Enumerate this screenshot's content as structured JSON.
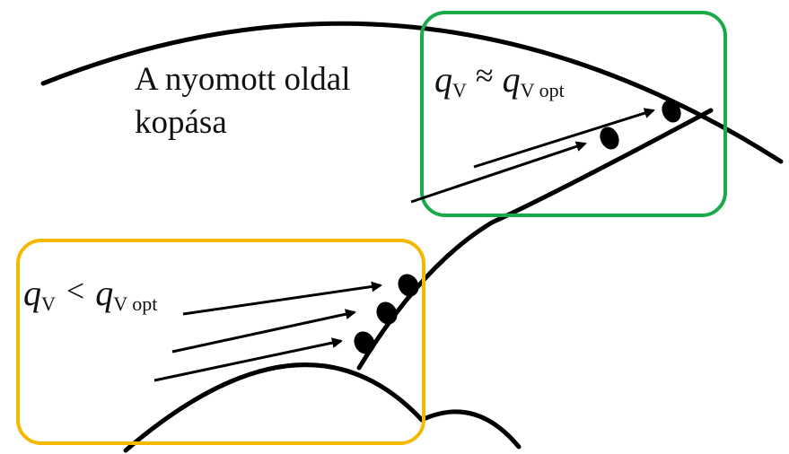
{
  "caption": {
    "line1": "A nyomott oldal",
    "line2": "kopása"
  },
  "optimal_flow": {
    "q": "q",
    "q_sub": "V",
    "operator": "≈",
    "q_opt": "q",
    "q_opt_sub": "V opt"
  },
  "low_flow": {
    "q": "q",
    "q_sub": "V",
    "operator": "<",
    "q_opt": "q",
    "q_opt_sub": "V opt"
  },
  "colors": {
    "optimal_box": "#1aaa4a",
    "low_flow_box": "#f5b800",
    "lines": "#000000"
  }
}
